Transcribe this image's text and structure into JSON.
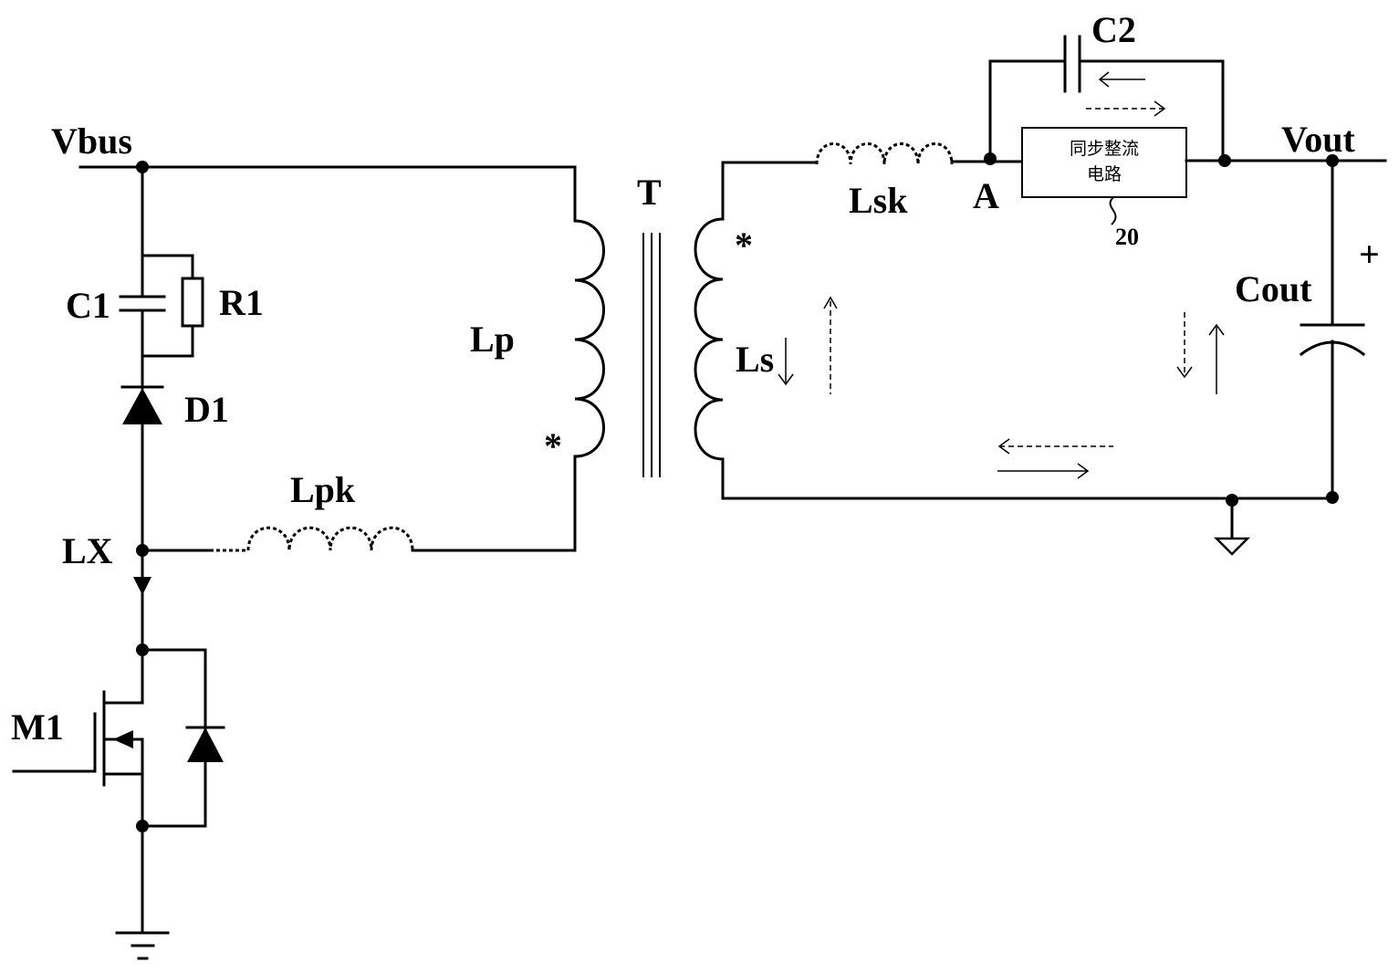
{
  "labels": {
    "vbus": "Vbus",
    "vout": "Vout",
    "c1": "C1",
    "r1": "R1",
    "d1": "D1",
    "lx": "LX",
    "m1": "M1",
    "lpk": "Lpk",
    "lp": "Lp",
    "t": "T",
    "ls": "Ls",
    "lsk": "Lsk",
    "a": "A",
    "c2": "C2",
    "cout": "Cout",
    "plus": "+",
    "ref_20": "20",
    "dot_mark_primary": "*",
    "dot_mark_secondary": "*"
  },
  "sync_rect_box": {
    "line1": "同步整流",
    "line2": "电路"
  }
}
